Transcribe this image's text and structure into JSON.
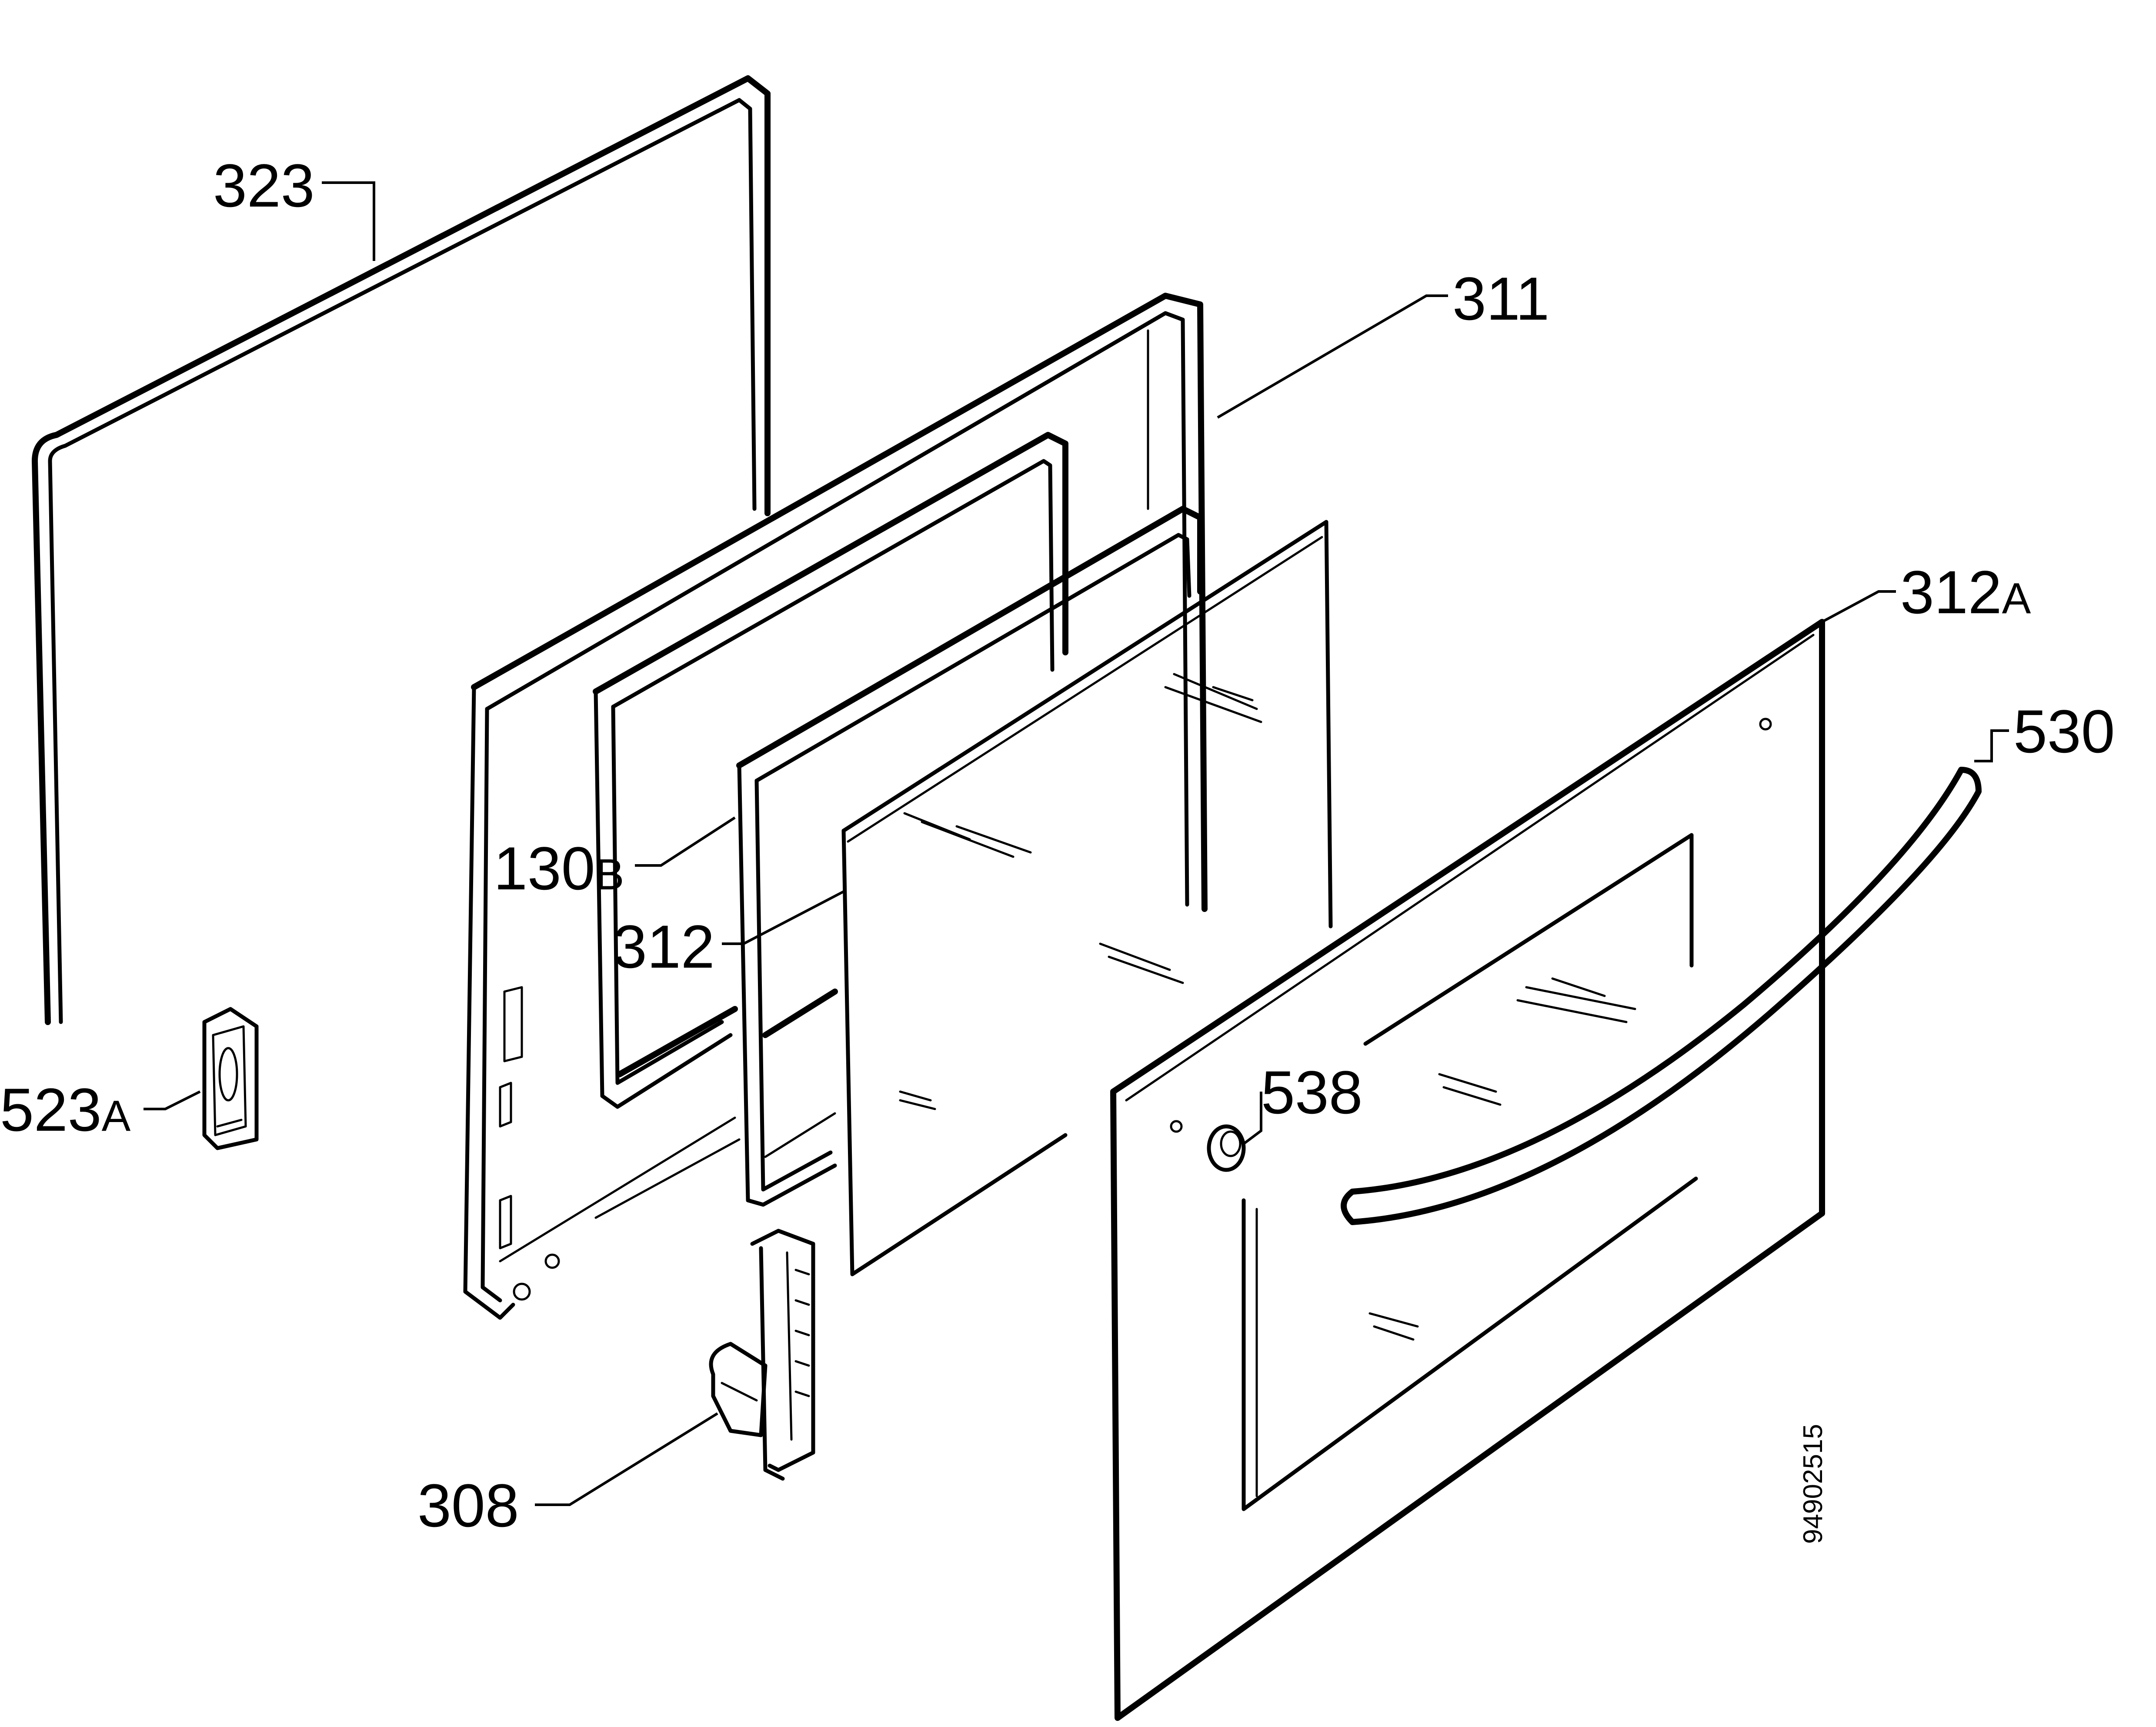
{
  "callouts": [
    {
      "id": "323",
      "number": "323",
      "suffix": ""
    },
    {
      "id": "311",
      "number": "311",
      "suffix": ""
    },
    {
      "id": "312A",
      "number": "312",
      "suffix": "A"
    },
    {
      "id": "530",
      "number": "530",
      "suffix": ""
    },
    {
      "id": "130B",
      "number": "130",
      "suffix": "B"
    },
    {
      "id": "312",
      "number": "312",
      "suffix": ""
    },
    {
      "id": "523A",
      "number": "523",
      "suffix": "A"
    },
    {
      "id": "538",
      "number": "538",
      "suffix": ""
    },
    {
      "id": "308",
      "number": "308",
      "suffix": ""
    }
  ],
  "document_number": "94902515",
  "colors": {
    "line": "#000000",
    "background": "#ffffff"
  }
}
